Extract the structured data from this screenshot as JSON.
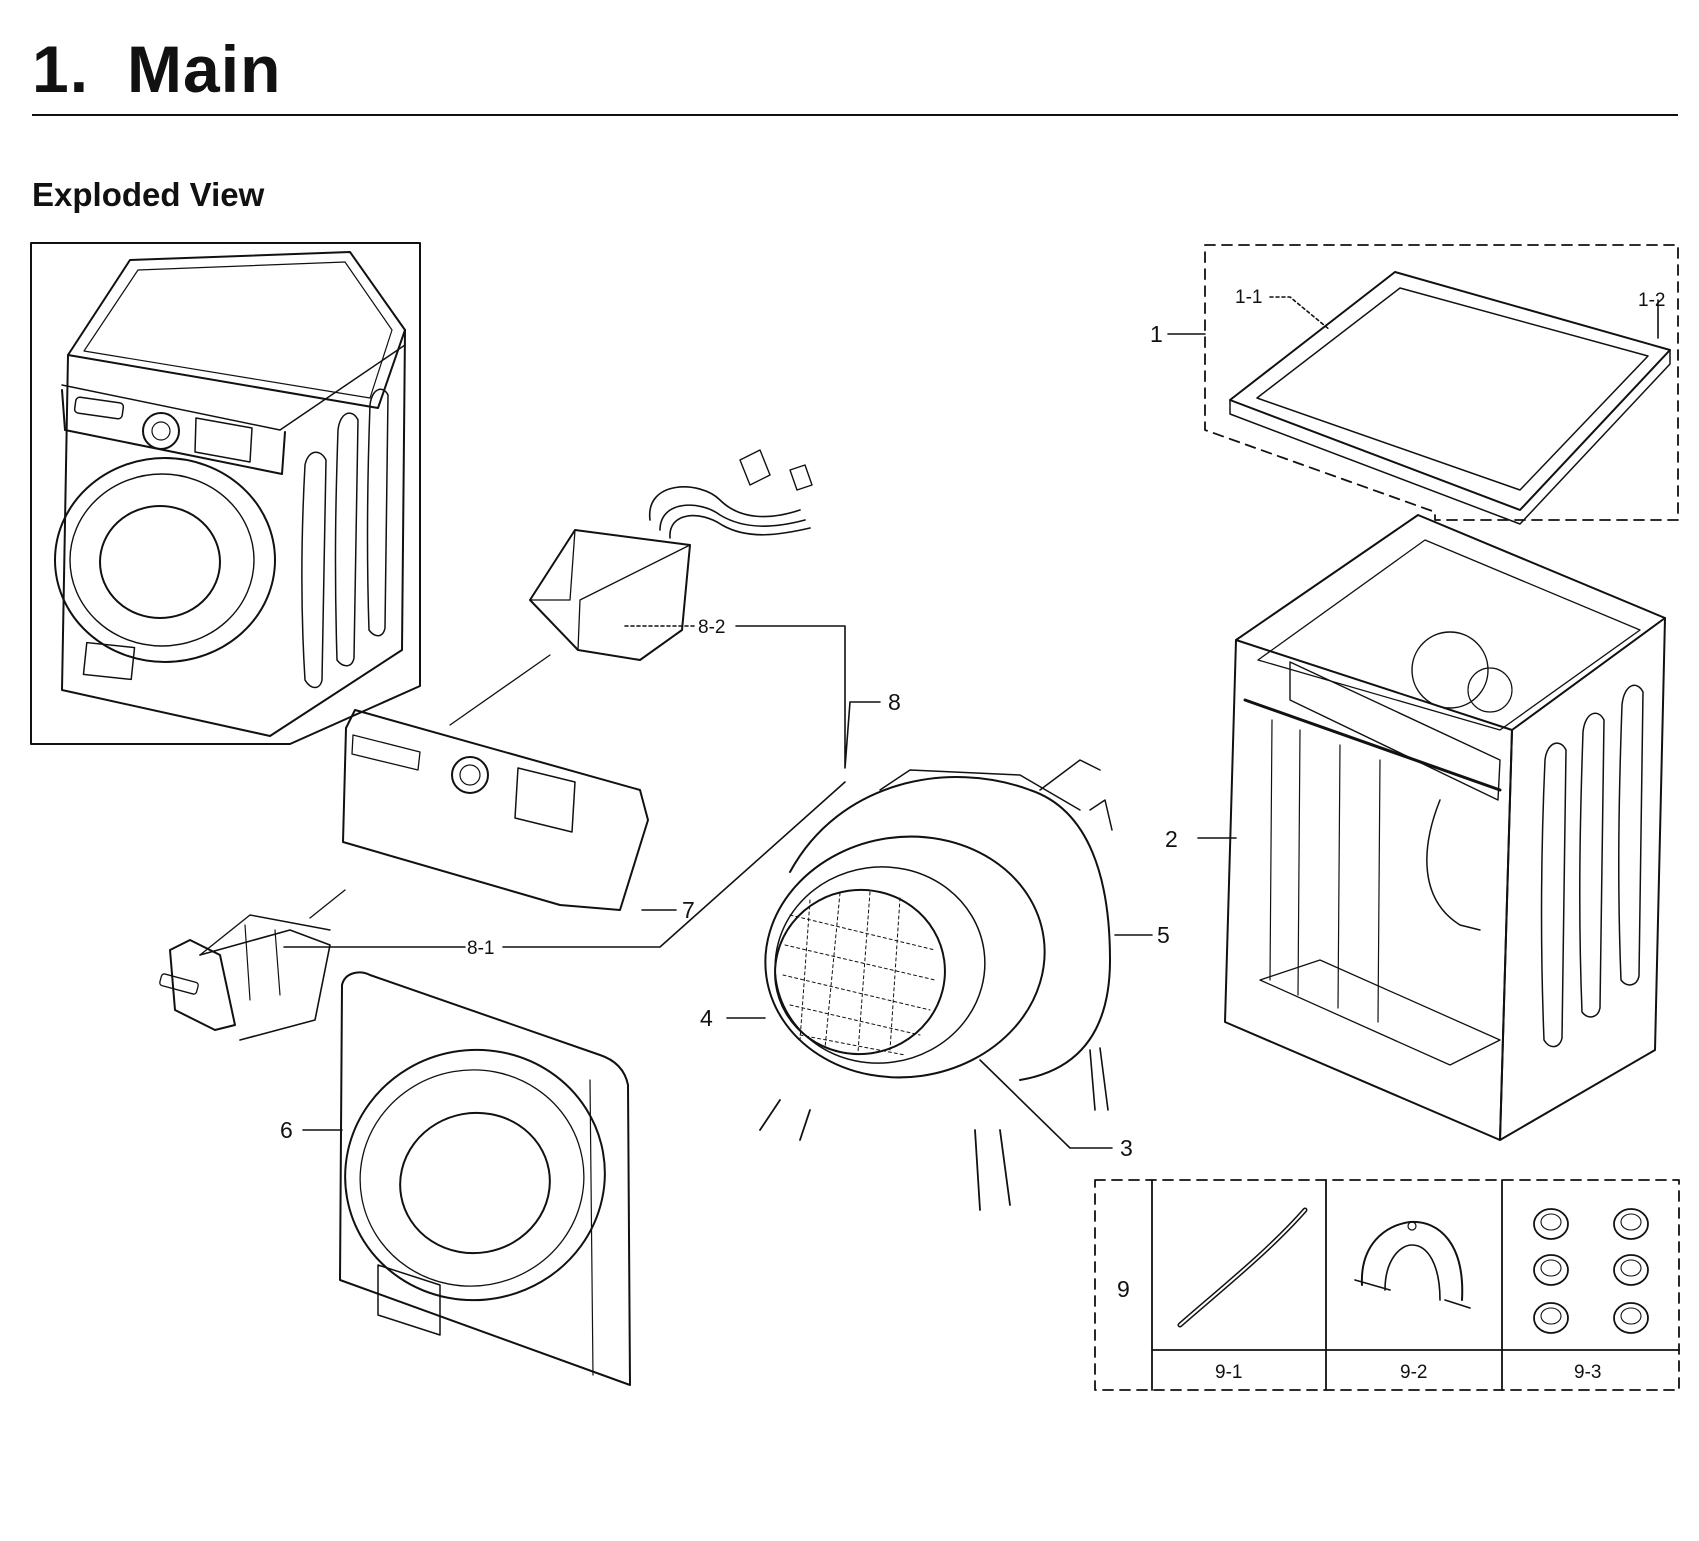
{
  "header": {
    "section_number": "1.",
    "section_title": "Main",
    "subtitle": "Exploded View"
  },
  "callouts": {
    "p1": "1",
    "p1_1": "1-1",
    "p1_2": "1-2",
    "p2": "2",
    "p3": "3",
    "p4": "4",
    "p5": "5",
    "p6": "6",
    "p7": "7",
    "p8": "8",
    "p8_1": "8-1",
    "p8_2": "8-2",
    "p9": "9",
    "p9_1": "9-1",
    "p9_2": "9-2",
    "p9_3": "9-3"
  }
}
